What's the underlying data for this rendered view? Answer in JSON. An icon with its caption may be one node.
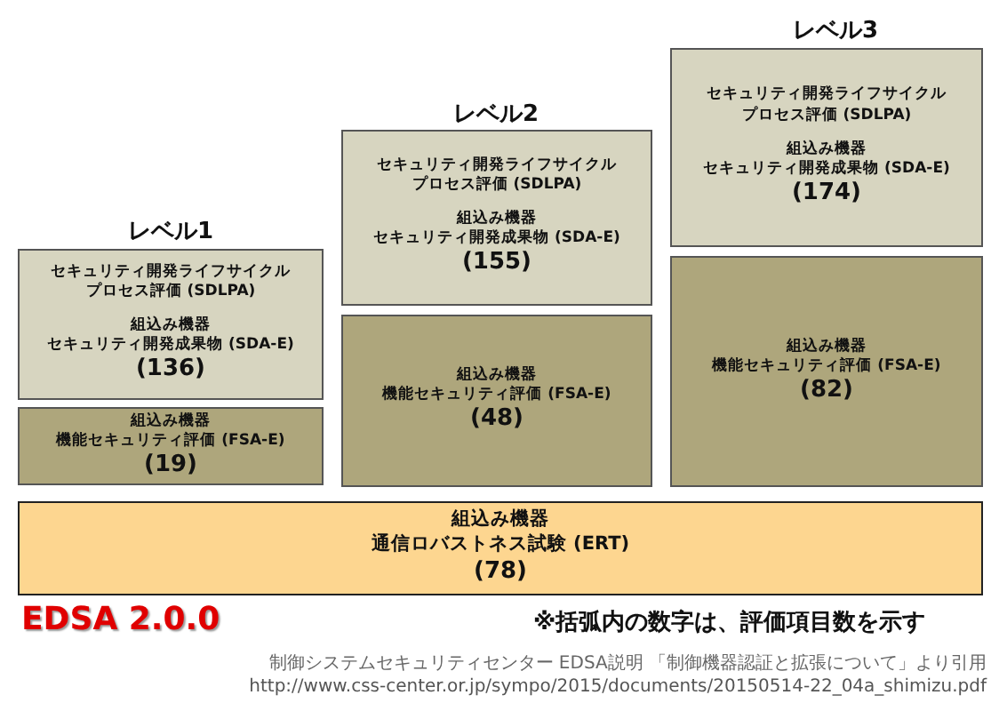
{
  "diagram": {
    "nodes": [
      {
        "text": [
          "セキュリティ開発ライフサイクル",
          "プロセス評価 (SDLPA)",
          "組込み機器",
          "セキュリティ開発成果物 (SDA-E)",
          "(136)"
        ]
      },
      {
        "text": [
          "組込み機器",
          "機能セキュリティ評価 (FSA-E)",
          "(19)"
        ]
      },
      {
        "text": [
          "セキュリティ開発ライフサイクル",
          "プロセス評価 (SDLPA)",
          "組込み機器",
          "セキュリティ開発成果物 (SDA-E)",
          "(155)"
        ]
      },
      {
        "text": [
          "組込み機器",
          "機能セキュリティ評価 (FSA-E)",
          "(48)"
        ]
      },
      {
        "text": [
          "セキュリティ開発ライフサイクル",
          "プロセス評価 (SDLPA)",
          "組込み機器",
          "セキュリティ開発成果物 (SDA-E)",
          "(174)"
        ]
      },
      {
        "text": [
          "組込み機器",
          "機能セキュリティ評価 (FSA-E)",
          "(82)"
        ]
      },
      {
        "text": [
          "組込み機器",
          "通信ロバストネス試験 (ERT)",
          "(78)"
        ]
      }
    ],
    "labels": [
      "レベル3",
      "レベル2",
      "レベル1",
      "EDSA 2.0.0",
      "※括弧内の数字は、評価項目数を示す",
      "制御システムセキュリティセンター EDSA説明 「制御機器認証と拡張について」より引用",
      "http://www.css-center.or.jp/sympo/2015/documents/20150514-22_04a_shimizu.pdf"
    ]
  }
}
